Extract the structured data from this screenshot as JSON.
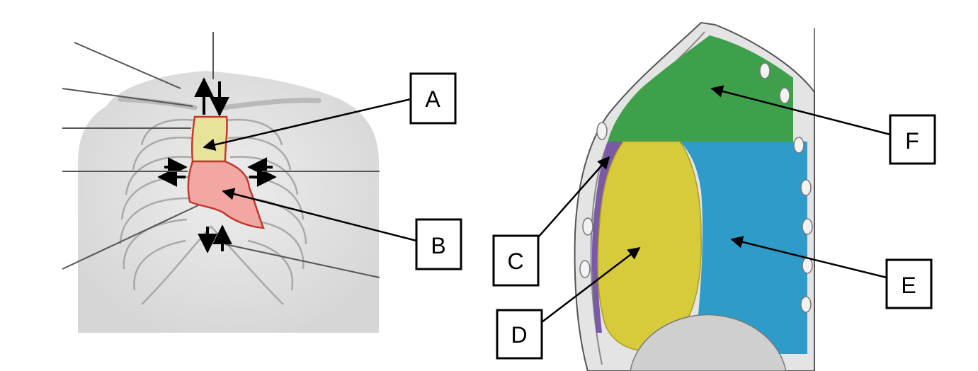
{
  "labels": {
    "A": "A",
    "B": "B",
    "C": "C",
    "D": "D",
    "E": "E",
    "F": "F"
  },
  "colors": {
    "superior_mediastinum": "#e8e39a",
    "middle_mediastinum": "#f2a7a3",
    "mediastinum_outline": "#c0392b",
    "region_green": "#3fa04c",
    "region_purple": "#7a5aa6",
    "region_yellow": "#d7cb3c",
    "region_blue": "#2e9bc9"
  }
}
